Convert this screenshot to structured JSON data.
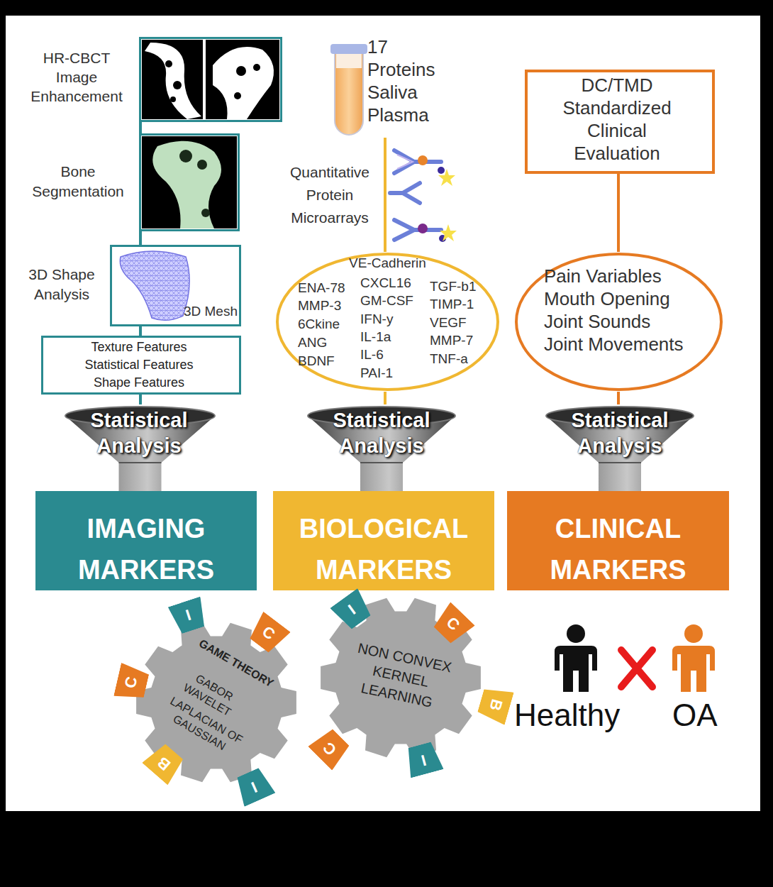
{
  "diagram": {
    "nodes": [
      {
        "text": [
          "HR-CBCT Image Enhancement"
        ]
      },
      {
        "text": [
          "Bone Segmentation"
        ]
      },
      {
        "text": [
          "3D Shape Analysis",
          "3D Mesh"
        ]
      },
      {
        "text": [
          "Texture Features",
          "Statistical Features",
          "Shape Features"
        ]
      },
      {
        "text": [
          "Statistical Analysis"
        ]
      },
      {
        "text": [
          "IMAGING MARKERS"
        ]
      },
      {
        "text": [
          "17 Proteins Saliva Plasma"
        ]
      },
      {
        "text": [
          "VE-Cadherin",
          "ENA-78",
          "MMP-3",
          "6Ckine",
          "ANG",
          "BDNF",
          "CXCL16",
          "GM-CSF",
          "IFN-y",
          "IL-1a",
          "IL-6",
          "PAI-1",
          "TGF-b1",
          "TIMP-1",
          "VEGF",
          "MMP-7",
          "TNF-a"
        ]
      },
      {
        "text": [
          "Statistical Analysis"
        ]
      },
      {
        "text": [
          "BIOLOGICAL MARKERS"
        ]
      },
      {
        "text": [
          "DC/TMD Standardized Clinical Evaluation"
        ]
      },
      {
        "text": [
          "Pain Variables",
          "Mouth Opening",
          "Joint Sounds",
          "Joint Movements"
        ]
      },
      {
        "text": [
          "Statistical Analysis"
        ]
      },
      {
        "text": [
          "CLINICAL MARKERS"
        ]
      },
      {
        "text": [
          "GAME THEORY",
          "GABOR WAVELET",
          "LAPLACIAN OF GAUSSIAN"
        ]
      },
      {
        "text": [
          "NON CONVEX KERNEL LEARNING"
        ]
      }
    ],
    "edges": [
      {
        "from": 0,
        "to": 1,
        "arrow": "none"
      },
      {
        "from": 1,
        "to": 2,
        "arrow": "none"
      },
      {
        "from": 2,
        "to": 3,
        "arrow": "none"
      },
      {
        "from": 3,
        "to": 4,
        "arrow": "none"
      },
      {
        "from": 6,
        "to": 7,
        "label": "Quantitative Protein Microarrays",
        "arrow": "none"
      },
      {
        "from": 7,
        "to": 8,
        "arrow": "none"
      },
      {
        "from": 10,
        "to": 11,
        "arrow": "none"
      },
      {
        "from": 11,
        "to": 12,
        "arrow": "none"
      }
    ],
    "labels": [
      "I",
      "C",
      "C",
      "B",
      "I",
      "I",
      "C",
      "B",
      "I",
      "C",
      "Healthy",
      "OA"
    ]
  }
}
